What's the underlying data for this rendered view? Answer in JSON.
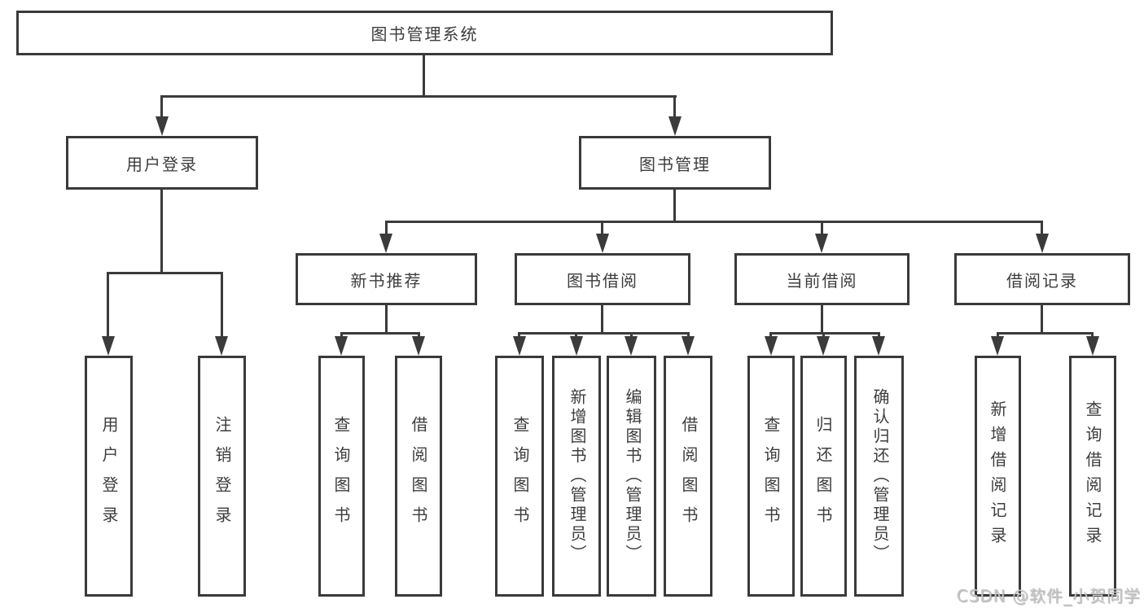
{
  "diagram": {
    "type": "hierarchy-tree",
    "colors": {
      "line": "#3b3b3b",
      "box_border": "#3a3a3a",
      "text": "#3d3d3d",
      "background": "#ffffff",
      "watermark": "#c6c6c6"
    }
  },
  "tree": {
    "root": {
      "label": "图书管理系统"
    },
    "branches": [
      {
        "label": "用户登录",
        "children": [
          {
            "label": "用户登录"
          },
          {
            "label": "注销登录"
          }
        ]
      },
      {
        "label": "图书管理",
        "children": [
          {
            "label": "新书推荐",
            "children": [
              {
                "label": "查询图书"
              },
              {
                "label": "借阅图书"
              }
            ]
          },
          {
            "label": "图书借阅",
            "children": [
              {
                "label": "查询图书"
              },
              {
                "label": "新增图书（管理员）"
              },
              {
                "label": "编辑图书（管理员）"
              },
              {
                "label": "借阅图书"
              }
            ]
          },
          {
            "label": "当前借阅",
            "children": [
              {
                "label": "查询图书"
              },
              {
                "label": "归还图书"
              },
              {
                "label": "确认归还（管理员）"
              }
            ]
          },
          {
            "label": "借阅记录",
            "children": [
              {
                "label": "新增借阅记录"
              },
              {
                "label": "查询借阅记录"
              }
            ]
          }
        ]
      }
    ]
  },
  "watermark": {
    "text": "CSDN @软件_小贺同学"
  }
}
